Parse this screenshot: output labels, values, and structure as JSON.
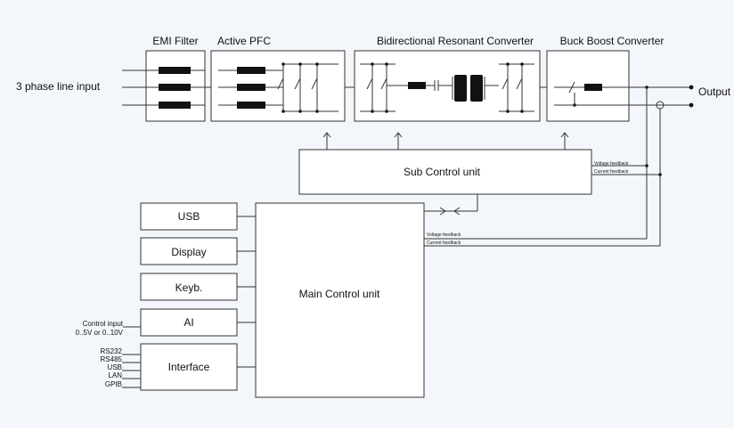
{
  "stages": {
    "emi": "EMI Filter",
    "pfc": "Active PFC",
    "resonant": "Bidirectional Resonant Converter",
    "buckboost": "Buck Boost Converter"
  },
  "io": {
    "input": "3 phase line input",
    "output": "Output"
  },
  "sub_control": {
    "label": "Sub Control unit",
    "voltage_feedback": "Voltage feedback",
    "current_feedback": "Current feedback"
  },
  "main_control": {
    "label": "Main Control unit",
    "voltage_feedback": "Voltage feedback",
    "current_feedback": "Current feedback"
  },
  "peripherals": {
    "usb": "USB",
    "display": "Display",
    "keyb": "Keyb.",
    "ai": "AI",
    "interface": "Interface"
  },
  "control_input": {
    "line1": "Control input",
    "line2": "0..5V or 0..10V"
  },
  "interfaces": [
    "RS232",
    "RS485",
    "USB",
    "LAN",
    "GPIB"
  ]
}
